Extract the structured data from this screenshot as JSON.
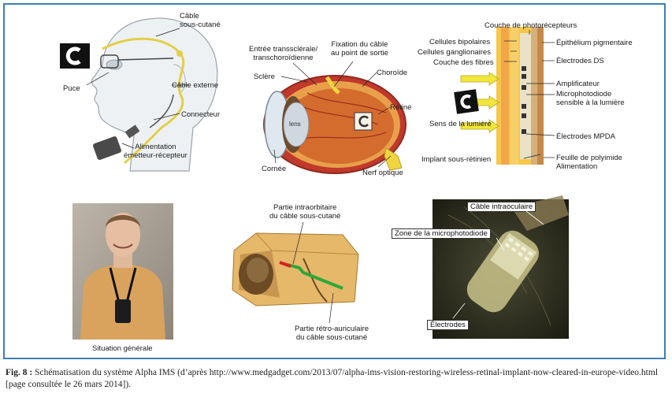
{
  "figure": {
    "panel_head": {
      "labels": {
        "cable_subcutane": "Câble\nsous-cutané",
        "puce": "Puce",
        "cable_externe": "Câble externe",
        "connecteur": "Connecteur",
        "alimentation": "Alimentation\németteur-récepteur"
      }
    },
    "panel_eye": {
      "labels": {
        "entree": "Entrée transsclérale/\ntranschoroïdienne",
        "fixation": "Fixation du câble\nau point de sortie",
        "sclere": "Sclère",
        "choroide": "Choroïde",
        "retine": "Rétine",
        "cornee": "Cornée",
        "nerf": "Nerf optique",
        "lens_text": "lens"
      }
    },
    "panel_retina": {
      "labels": {
        "couche_photo": "Couche de photorécepteurs",
        "bipolaires": "Cellules bipolaires",
        "ganglionaires": "Cellules ganglionaires",
        "fibres": "Couche des fibres",
        "epithelium": "Épithélium pigmentaire",
        "electrodes_ds": "Électrodes DS",
        "amplificateur": "Amplificateur",
        "microphotodiode": "Microphotodiode\nsensible à la lumière",
        "sens_lumiere": "Sens de la lumière",
        "electrodes_mpda": "Électrodes MPDA",
        "implant": "Implant sous-rétinien",
        "feuille": "Feuille de polyimide\nAlimentation"
      }
    },
    "panel_person": {
      "label": "Situation générale"
    },
    "panel_skull": {
      "label_top": "Partie intraorbitaire\ndu câble sous-cutané",
      "label_bottom": "Partie rétro-auriculaire\ndu câble sous-cutané"
    },
    "panel_implant": {
      "cable_intra": "Câble intraoculaire",
      "zone": "Zone de la microphotodiode",
      "electrodes": "Électrodes"
    }
  },
  "caption": {
    "fig_label": "Fig. 8 :",
    "text": " Schématisation du système Alpha IMS (d’après http://www.medgadget.com/2013/07/alpha-ims-vision-restoring-wireless-retinal-implant-now-cleared-in-europe-video.html [page consultée le 26 mars 2014])."
  },
  "colors": {
    "frame": "#3d7fb5",
    "implant_yellow": "#e8d84a",
    "arrow_yellow": "#f0e63c",
    "sclera_red": "#b5322a",
    "cable_green": "#2ea83a"
  }
}
